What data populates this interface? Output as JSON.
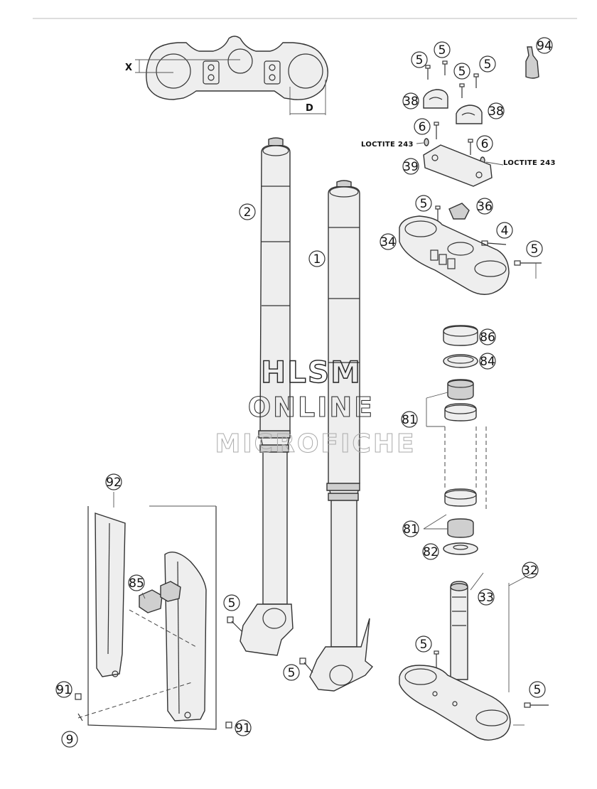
{
  "callouts": {
    "c94": "94",
    "c5a": "5",
    "c5b": "5",
    "c5c": "5",
    "c5d": "5",
    "c38a": "38",
    "c38b": "38",
    "c6a": "6",
    "c6b": "6",
    "c39": "39",
    "c5e": "5",
    "c36": "36",
    "c34": "34",
    "c4": "4",
    "c5f": "5",
    "c2": "2",
    "c1": "1",
    "c86": "86",
    "c84": "84",
    "c81a": "81",
    "c81b": "81",
    "c82": "82",
    "c92": "92",
    "c85": "85",
    "c5g": "5",
    "c5h": "5",
    "c32": "32",
    "c33": "33",
    "c5i": "5",
    "c5j": "5",
    "c91a": "91",
    "c91b": "91",
    "c9": "9"
  },
  "labels": {
    "loctite_left": "LOCTITE 243",
    "loctite_right": "LOCTITE 243",
    "dim_x": "X",
    "dim_d": "D"
  },
  "watermark": {
    "line1": "HLSM",
    "line2": "ONLINE",
    "line3": "MICROFICHE"
  }
}
